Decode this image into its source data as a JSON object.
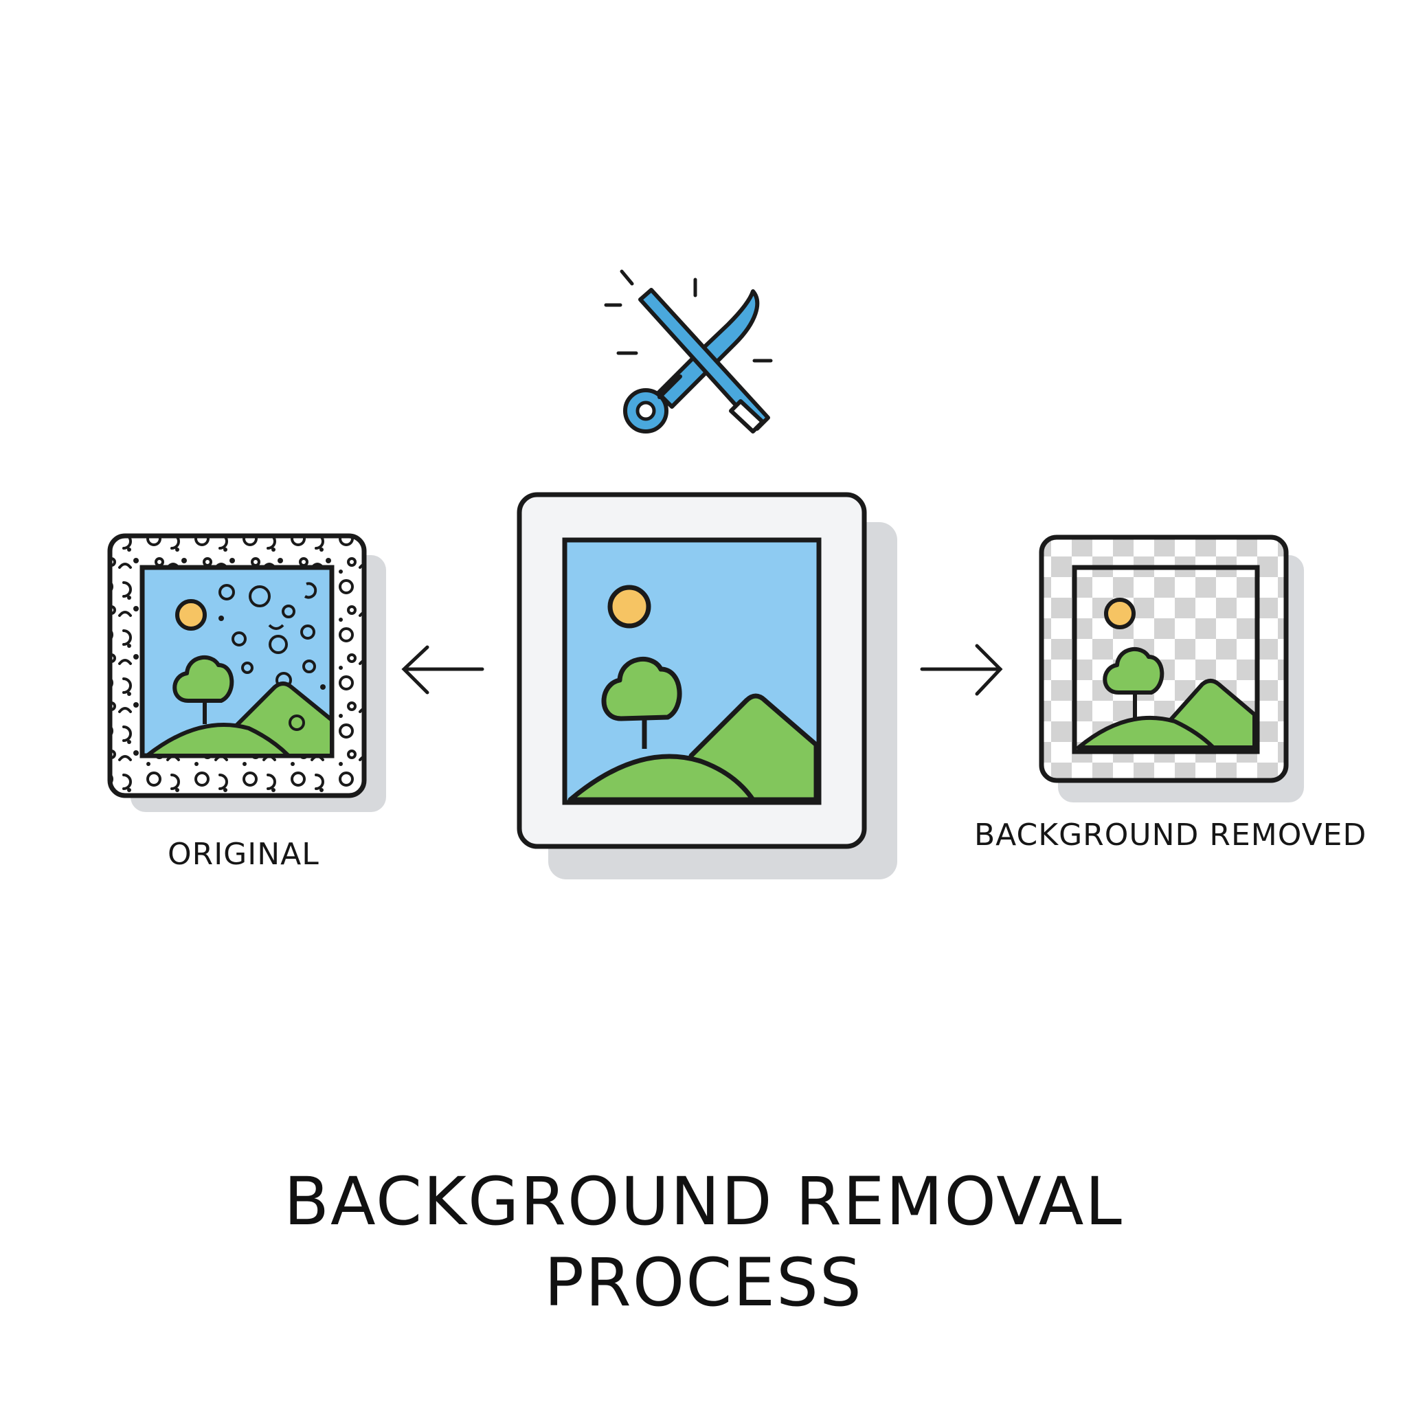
{
  "title": {
    "line1": "BACKGROUND REMOVAL",
    "line2": "PROCESS"
  },
  "labels": {
    "original": "ORIGINAL",
    "removed": "BACKGROUND REMOVED"
  },
  "icons": {
    "tool": "scissors-knife-icon",
    "left_arrow": "arrow-left-icon",
    "right_arrow": "arrow-right-icon",
    "image": "landscape-image-icon"
  },
  "colors": {
    "sky": "#8ecbf2",
    "grass": "#82c65c",
    "sun": "#f6c463",
    "outline": "#1a1a1a",
    "tool_blue": "#4aa8dd",
    "checker": "#d3d3d3",
    "shadow": "#d7d9dc"
  }
}
